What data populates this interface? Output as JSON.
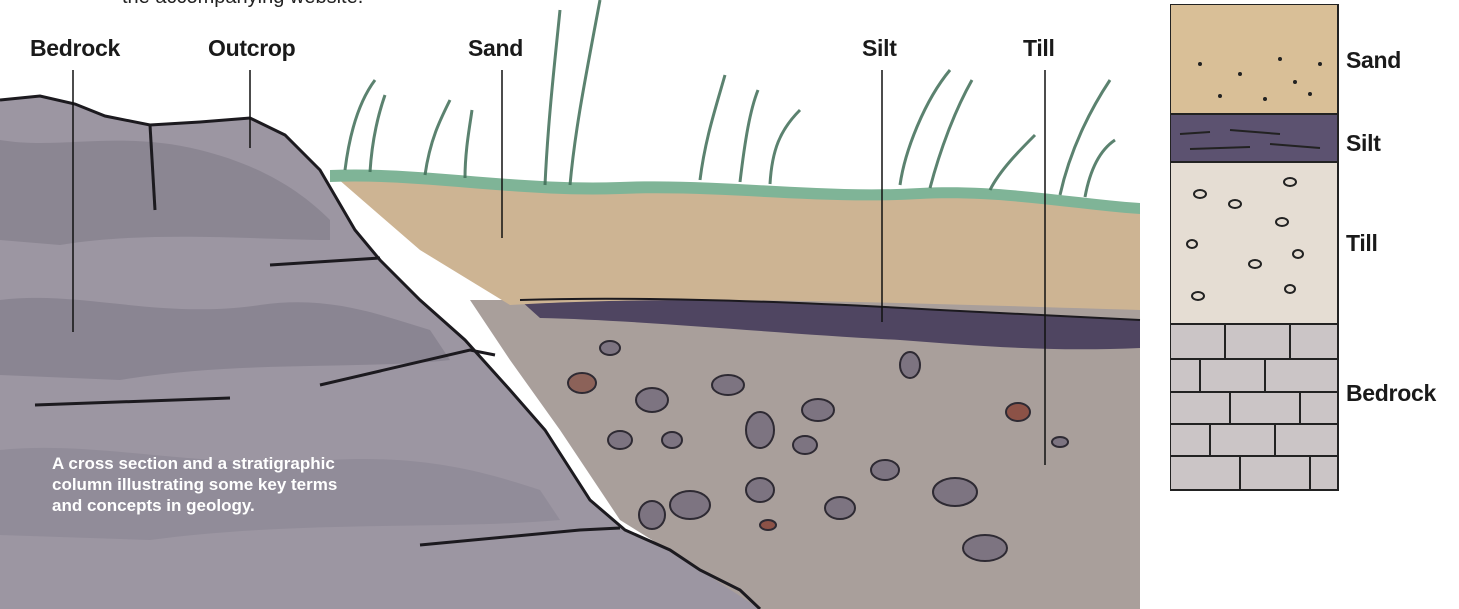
{
  "intro_text": "the accompanying website.",
  "cross_section": {
    "labels": {
      "bedrock": "Bedrock",
      "outcrop": "Outcrop",
      "sand": "Sand",
      "silt": "Silt",
      "till": "Till"
    },
    "caption": "A cross section and a stratigraphic column illustrating some key terms and concepts in geology."
  },
  "strat_column": {
    "layers": [
      {
        "name": "Sand",
        "color": "#d9bf97"
      },
      {
        "name": "Silt",
        "color": "#5c5270"
      },
      {
        "name": "Till",
        "color": "#e5ddd3"
      },
      {
        "name": "Bedrock",
        "color": "#cbc5c6"
      }
    ]
  },
  "colors": {
    "rock": "#8f8a97",
    "rock_light": "#b5b0b8",
    "sand": "#cfb696",
    "grass": "#7fb497",
    "silt": "#4e4560",
    "till": "#a69a96"
  }
}
